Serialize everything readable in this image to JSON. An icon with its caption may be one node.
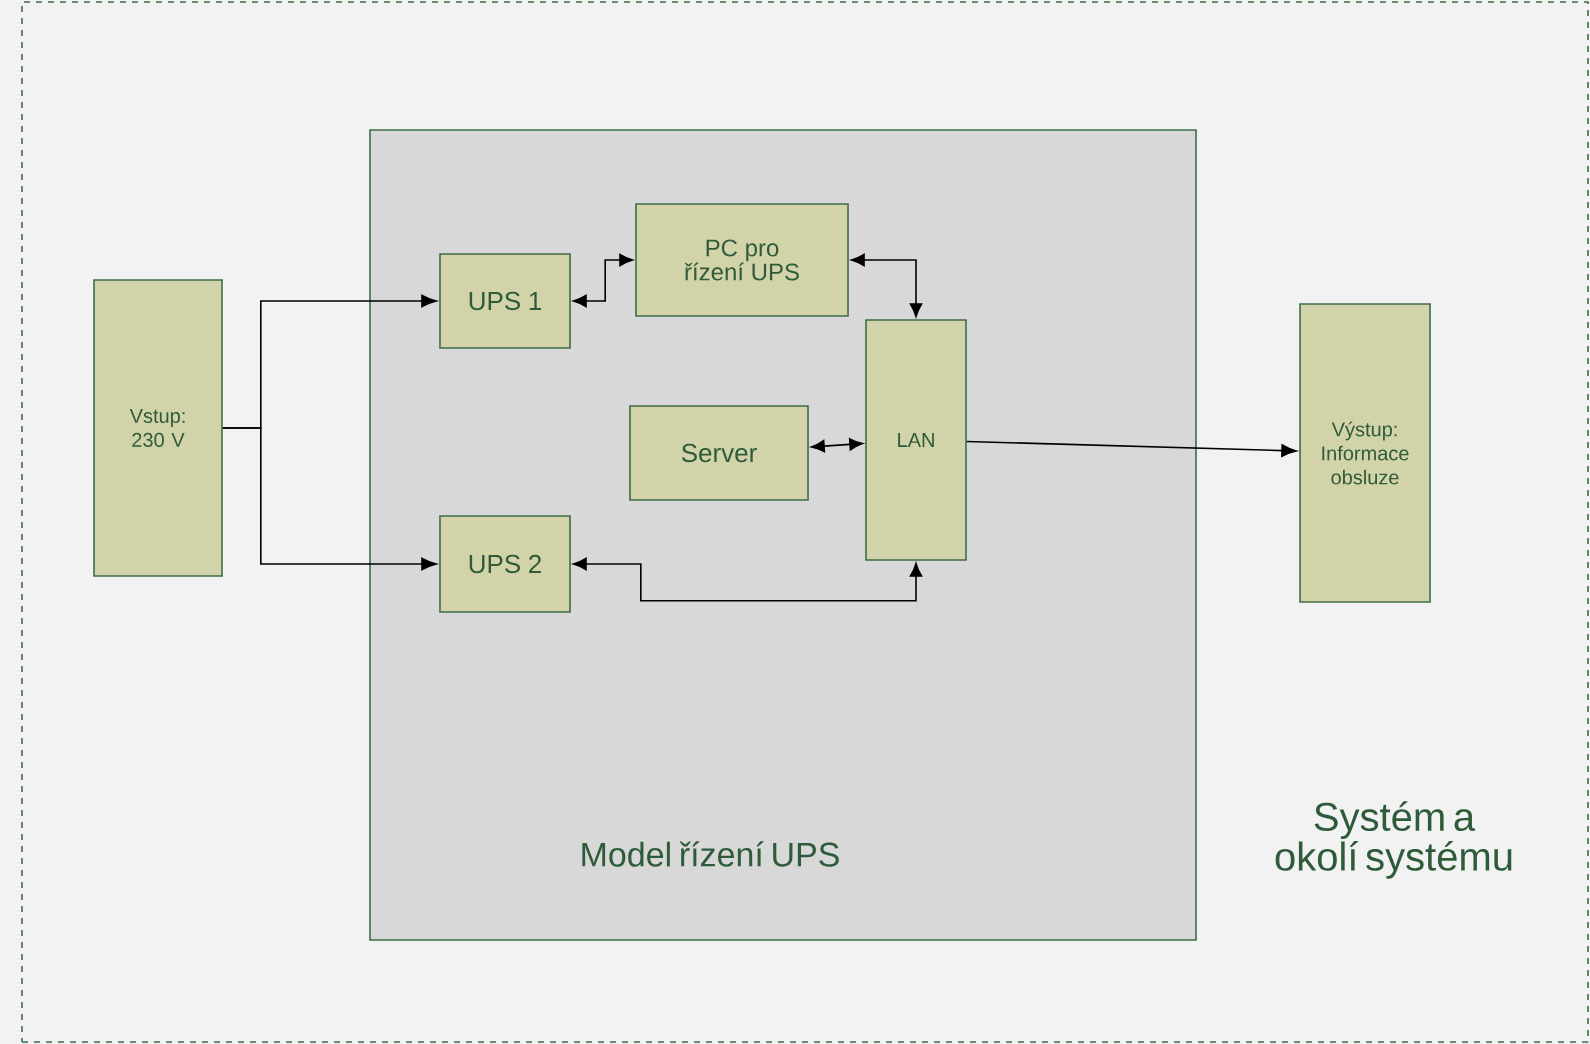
{
  "diagram": {
    "nodes": [
      {
        "text": [
          "Systém a okolí systému"
        ]
      },
      {
        "text": [
          "Vstup: 230 V"
        ],
        "in": 0
      },
      {
        "text": [
          "Model řízení UPS"
        ],
        "in": 0
      },
      {
        "text": [
          "UPS 1"
        ],
        "in": 2
      },
      {
        "text": [
          "PC pro řízení UPS"
        ],
        "in": 2
      },
      {
        "text": [
          "Server"
        ],
        "in": 2
      },
      {
        "text": [
          "LAN"
        ],
        "in": 2
      },
      {
        "text": [
          "UPS 2"
        ],
        "in": 2
      },
      {
        "text": [
          "Výstup: Informace obsluze"
        ],
        "in": 0
      }
    ],
    "edges": [
      {
        "from": 1,
        "to": 3,
        "arrow": "to"
      },
      {
        "from": 1,
        "to": 7,
        "arrow": "to"
      },
      {
        "from": 4,
        "to": 3,
        "arrow": "both"
      },
      {
        "from": 4,
        "to": 6,
        "arrow": "both"
      },
      {
        "from": 5,
        "to": 6,
        "arrow": "both"
      },
      {
        "from": 7,
        "to": 6,
        "arrow": "both"
      },
      {
        "from": 6,
        "to": 8,
        "arrow": "to"
      }
    ]
  }
}
